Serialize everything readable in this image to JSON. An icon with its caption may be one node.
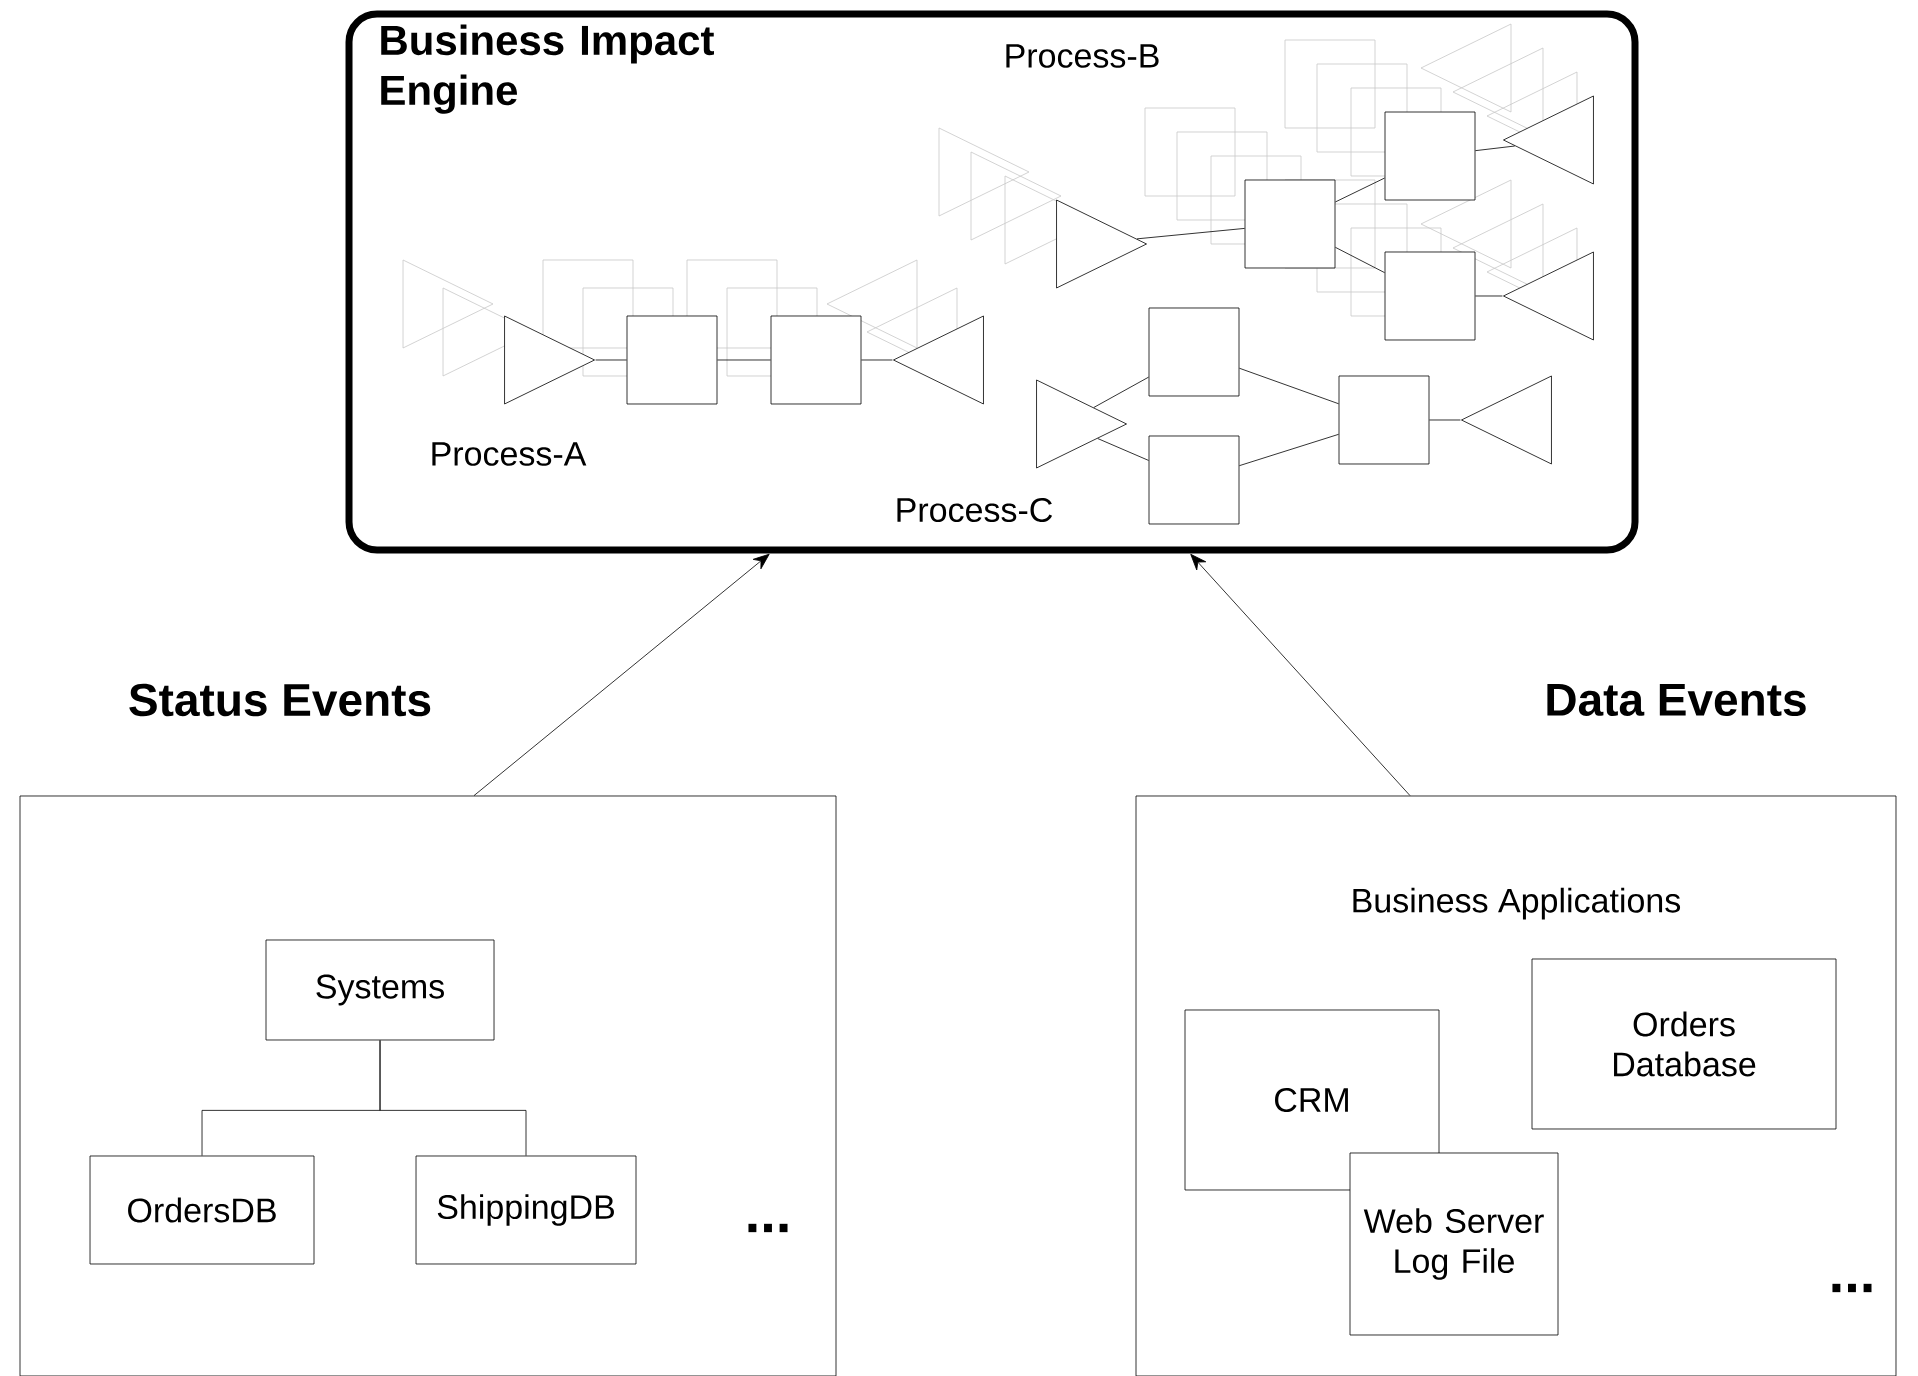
{
  "diagram": {
    "nodes": [
      {
        "text": [
          "Business Impact Engine"
        ]
      },
      {
        "text": [],
        "shape": "triangle",
        "in": 0
      },
      {
        "text": [],
        "shape": "box",
        "in": 0
      },
      {
        "text": [],
        "shape": "box",
        "in": 0
      },
      {
        "text": [],
        "shape": "triangle",
        "in": 0
      },
      {
        "text": [],
        "shape": "triangle",
        "in": 0
      },
      {
        "text": [],
        "shape": "box",
        "in": 0
      },
      {
        "text": [],
        "shape": "box",
        "in": 0
      },
      {
        "text": [],
        "shape": "box",
        "in": 0
      },
      {
        "text": [],
        "shape": "triangle",
        "in": 0
      },
      {
        "text": [],
        "shape": "triangle",
        "in": 0
      },
      {
        "text": [],
        "shape": "triangle",
        "in": 0
      },
      {
        "text": [],
        "shape": "box",
        "in": 0
      },
      {
        "text": [],
        "shape": "box",
        "in": 0
      },
      {
        "text": [],
        "shape": "box",
        "in": 0
      },
      {
        "text": [],
        "shape": "triangle",
        "in": 0
      },
      {
        "text": [],
        "shape": "box"
      },
      {
        "text": [
          "Systems"
        ],
        "in": 16
      },
      {
        "text": [
          "OrdersDB"
        ],
        "in": 16
      },
      {
        "text": [
          "ShippingDB"
        ],
        "in": 16
      },
      {
        "text": [
          "Business  Applications"
        ]
      },
      {
        "text": [
          "CRM"
        ],
        "in": 20
      },
      {
        "text": [
          "Orders Database"
        ],
        "in": 20
      },
      {
        "text": [
          "Web Server Log File"
        ],
        "in": 20
      }
    ],
    "edges": [
      {
        "from": 1,
        "to": 2,
        "arrow": "none"
      },
      {
        "from": 2,
        "to": 3,
        "arrow": "none"
      },
      {
        "from": 3,
        "to": 4,
        "arrow": "none"
      },
      {
        "from": 5,
        "to": 6,
        "arrow": "none"
      },
      {
        "from": 6,
        "to": 7,
        "arrow": "none"
      },
      {
        "from": 6,
        "to": 8,
        "arrow": "none"
      },
      {
        "from": 7,
        "to": 9,
        "arrow": "none"
      },
      {
        "from": 8,
        "to": 10,
        "arrow": "none"
      },
      {
        "from": 11,
        "to": 12,
        "arrow": "none"
      },
      {
        "from": 11,
        "to": 13,
        "arrow": "none"
      },
      {
        "from": 12,
        "to": 14,
        "arrow": "none"
      },
      {
        "from": 13,
        "to": 14,
        "arrow": "none"
      },
      {
        "from": 14,
        "to": 15,
        "arrow": "none"
      },
      {
        "from": 17,
        "to": 18,
        "arrow": "none"
      },
      {
        "from": 17,
        "to": 19,
        "arrow": "none"
      },
      {
        "from": 16,
        "to": 0,
        "arrow": "to"
      },
      {
        "from": 20,
        "to": 0,
        "arrow": "to"
      }
    ],
    "labels": [
      "Process-B",
      "Process-A",
      "Process-C",
      "Status   Events",
      "Data  Events",
      "...",
      "..."
    ]
  }
}
